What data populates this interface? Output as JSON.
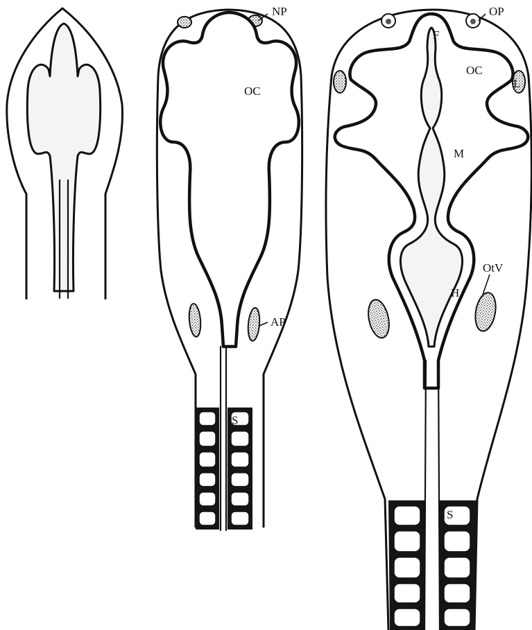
{
  "labels": {
    "np": "NP",
    "oc1": "OC",
    "ap": "AP",
    "s1": "S",
    "op": "OP",
    "f": "F",
    "oc2": "OC",
    "l": "L",
    "m": "M",
    "otv": "OtV",
    "h": "H",
    "s2": "S"
  }
}
